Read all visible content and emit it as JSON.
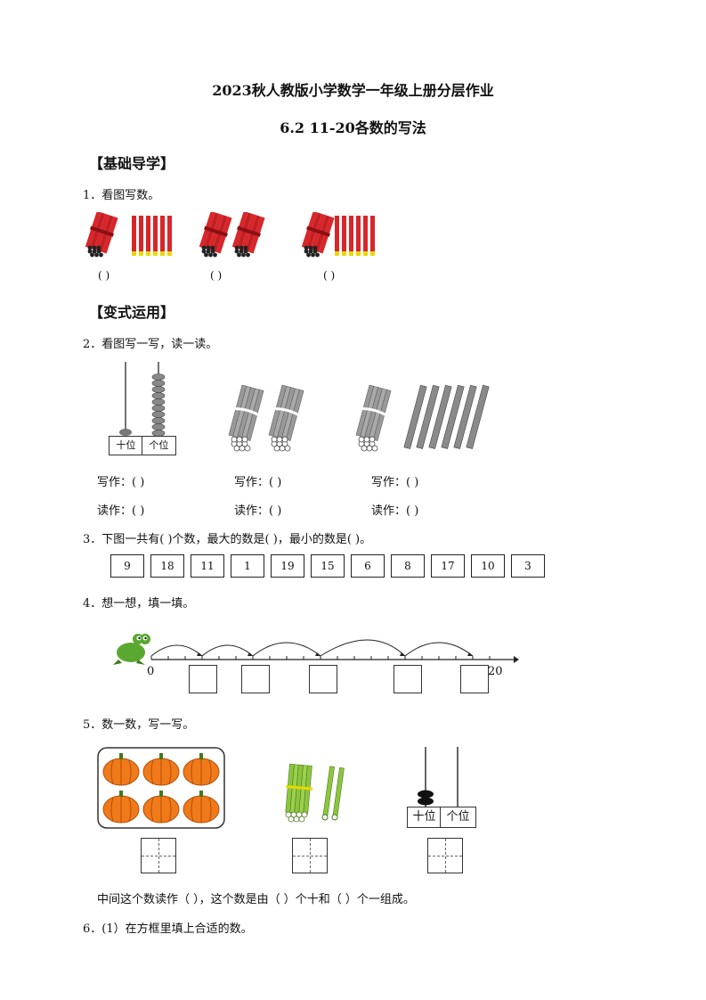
{
  "header": {
    "title": "2023秋人教版小学数学一年级上册分层作业",
    "subtitle": "6.2 11-20各数的写法"
  },
  "sections": {
    "basic": "【基础导学】",
    "variant": "【变式运用】"
  },
  "q1": {
    "text": "1．看图写数。",
    "blanks": [
      "(        )",
      "(        )",
      "(          )"
    ]
  },
  "q2": {
    "text": "2．看图写一写，读一读。",
    "abacus_labels": [
      "十位",
      "个位"
    ],
    "write_label": "写作：(          )",
    "read_label": "读作：(          )"
  },
  "q3": {
    "text": "3．下图一共有(        )个数，最大的数是(        )，最小的数是(        )。",
    "numbers": [
      "9",
      "18",
      "11",
      "1",
      "19",
      "15",
      "6",
      "8",
      "17",
      "10",
      "3"
    ]
  },
  "q4": {
    "text": "4．想一想，填一填。",
    "start": "0",
    "end": "20"
  },
  "q5": {
    "text": "5．数一数，写一写。",
    "abacus_labels": [
      "十位",
      "个位"
    ],
    "sentence": "中间这个数读作（          ），这个数是由（          ）个十和（          ）个一组成。"
  },
  "q6": {
    "text": "6．(1）在方框里填上合适的数。"
  },
  "colors": {
    "stick_red": "#d8262a",
    "stick_tip": "#e8d900",
    "stick_gray": "#8a8a8a",
    "pumpkin": "#f07a1a",
    "pumpkin_stem": "#3f7a1a",
    "green_stick": "#8cc63f",
    "frog": "#5aa830"
  }
}
